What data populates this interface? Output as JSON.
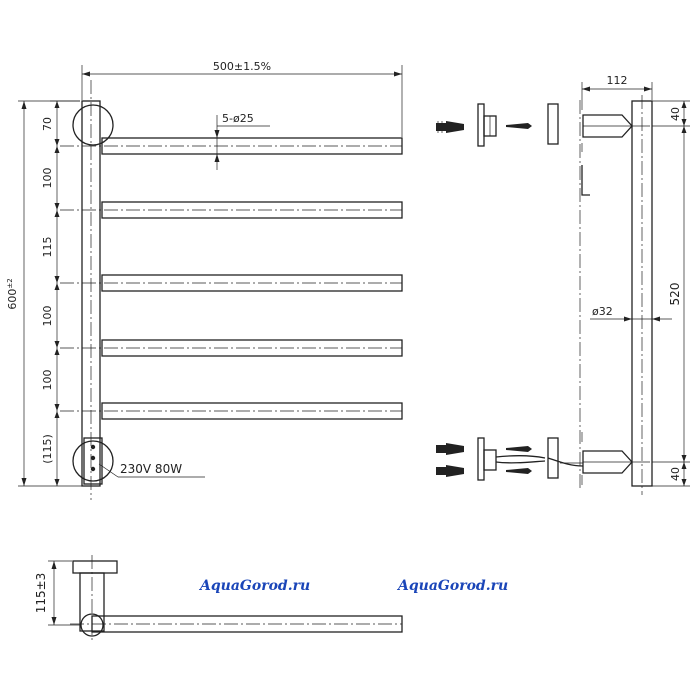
{
  "dimensions": {
    "width": "500±1.5%",
    "height": "600",
    "height_tolerance": "±2",
    "spacing_top": "70",
    "spacing_1": "100",
    "spacing_2": "115",
    "spacing_3": "100",
    "spacing_4": "100",
    "spacing_bottom": "(115)",
    "tube_callout": "5-ø25",
    "power_rating": "230V 80W",
    "side_depth": "112",
    "mount_top": "40",
    "mount_bottom": "40",
    "mount_center": "520",
    "bar_diameter": "ø32",
    "bottom_depth": "115±3"
  },
  "watermarks": [
    "AquaGorod.ru",
    "AquaGorod.ru"
  ],
  "colors": {
    "line": "#222222",
    "watermark": "#1a45b8"
  }
}
